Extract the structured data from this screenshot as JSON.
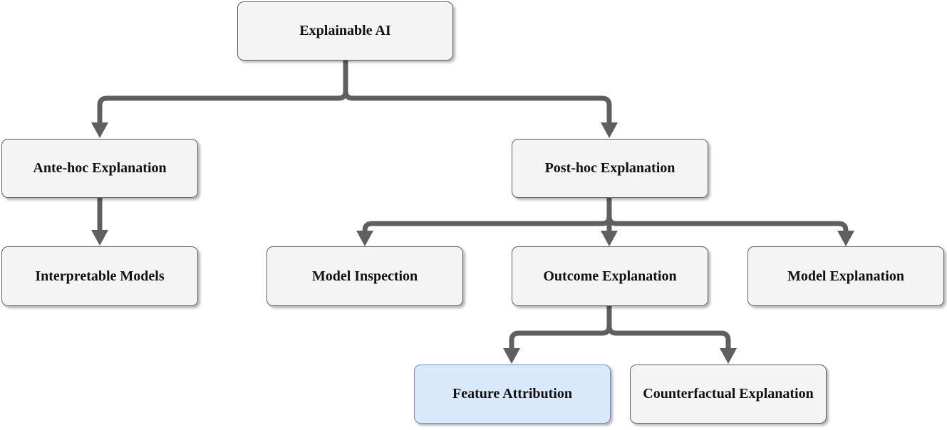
{
  "nodes": {
    "explainable_ai": "Explainable AI",
    "ante_hoc": "Ante-hoc Explanation",
    "post_hoc": "Post-hoc Explanation",
    "interpretable_models": "Interpretable Models",
    "model_inspection": "Model Inspection",
    "outcome_explanation": "Outcome Explanation",
    "model_explanation": "Model Explanation",
    "feature_attribution": "Feature Attribution",
    "counterfactual_explanation": "Counterfactual Explanation"
  },
  "colors": {
    "connector": "#5f5f5f",
    "node_fill": "#f4f4f4",
    "node_border": "#5f5f5f",
    "highlight_fill": "#dae8fc",
    "highlight_border": "#6c8ebf"
  }
}
